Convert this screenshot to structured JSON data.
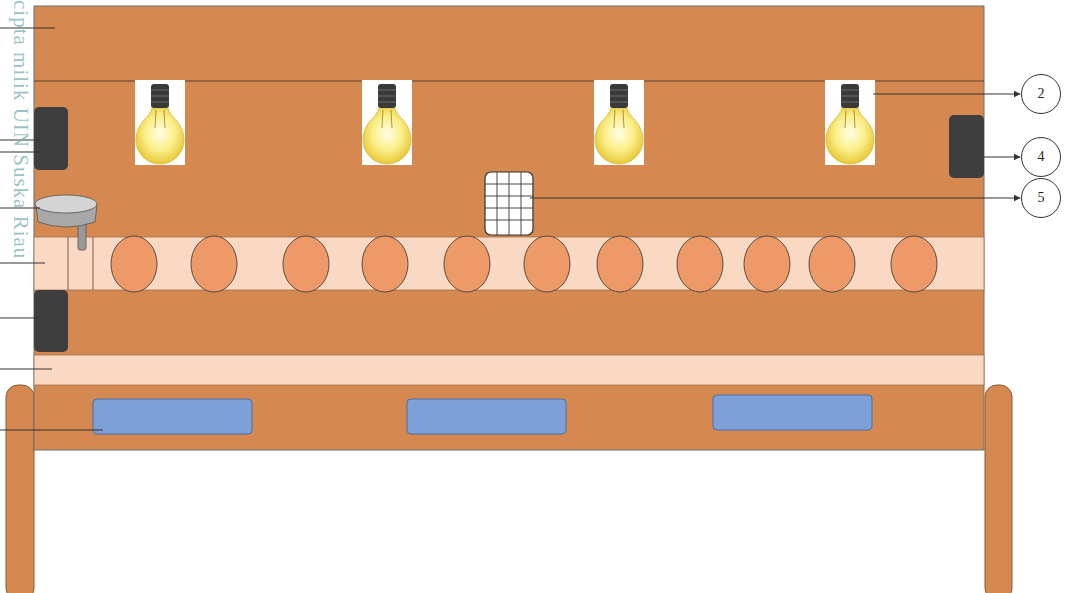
{
  "diagram": {
    "nodes": [
      {
        "text": [
          "2"
        ]
      },
      {
        "text": [
          "4"
        ]
      },
      {
        "text": [
          "5"
        ]
      }
    ],
    "labels": [
      "cipta milik UIN Suska Riau"
    ]
  }
}
